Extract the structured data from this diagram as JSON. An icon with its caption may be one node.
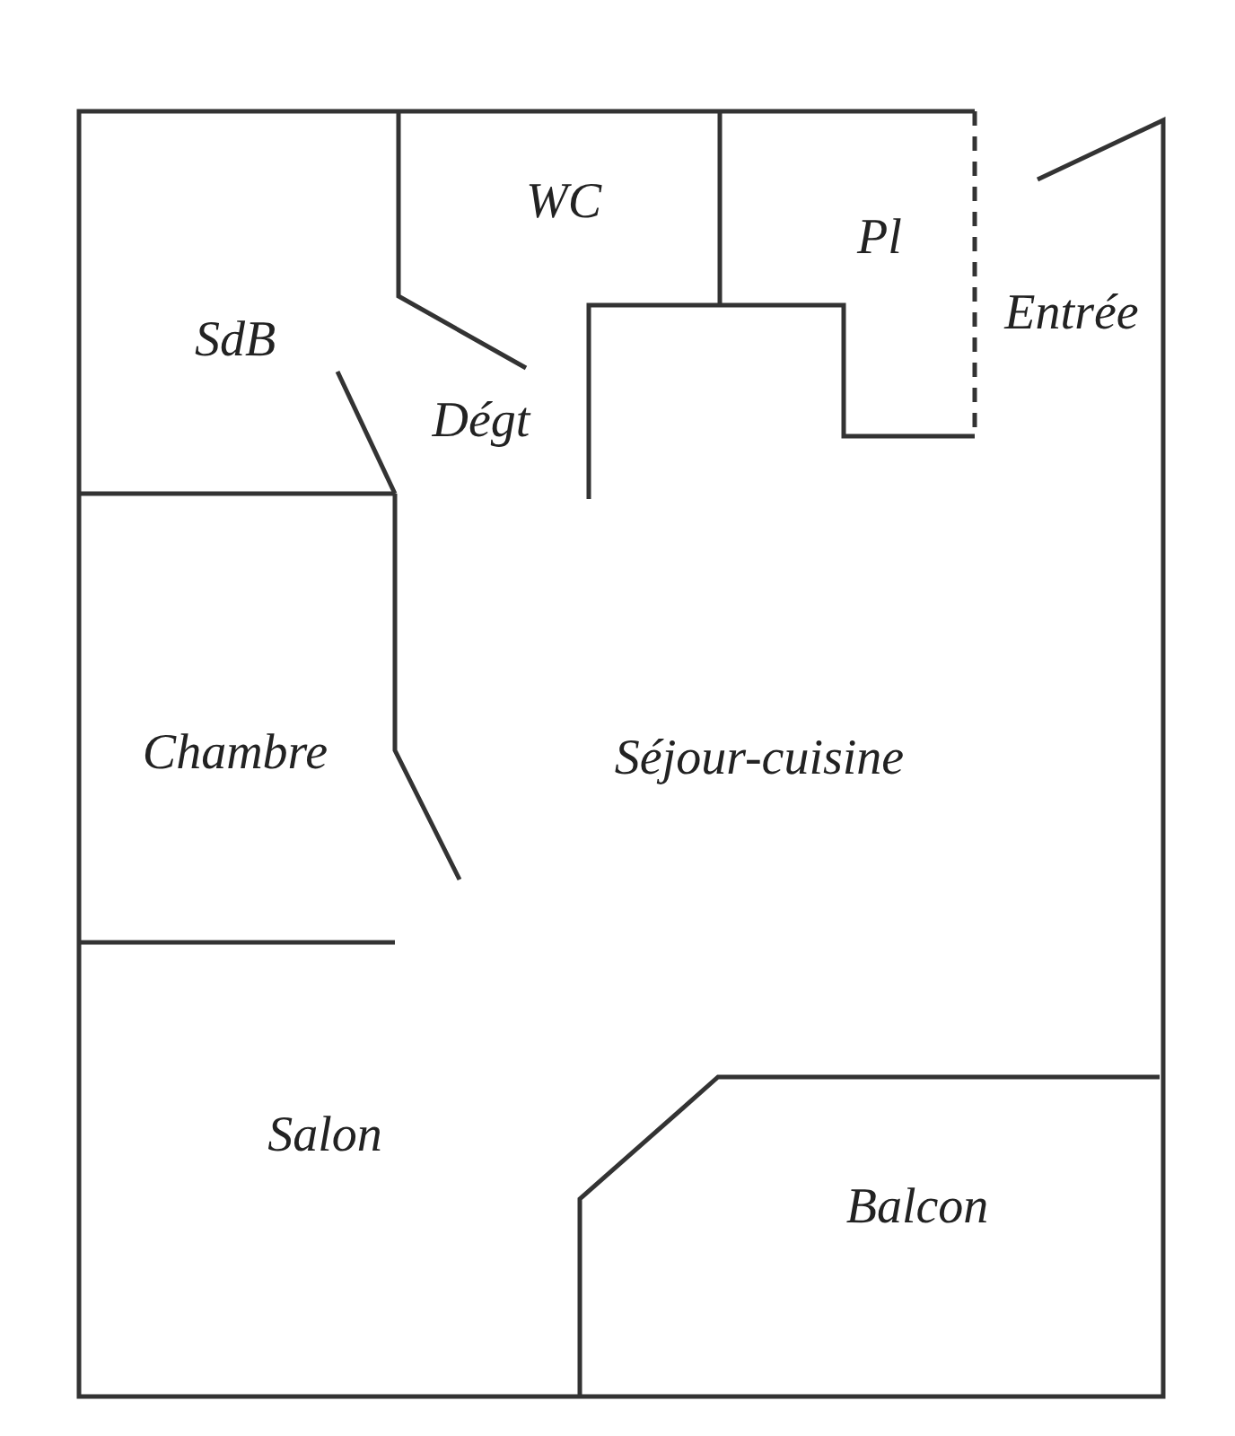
{
  "diagram": {
    "labels": [
      "WC",
      "Pl",
      "Entrée",
      "SdB",
      "Dégt",
      "Chambre",
      "Séjour-cuisine",
      "Salon",
      "Balcon"
    ]
  }
}
